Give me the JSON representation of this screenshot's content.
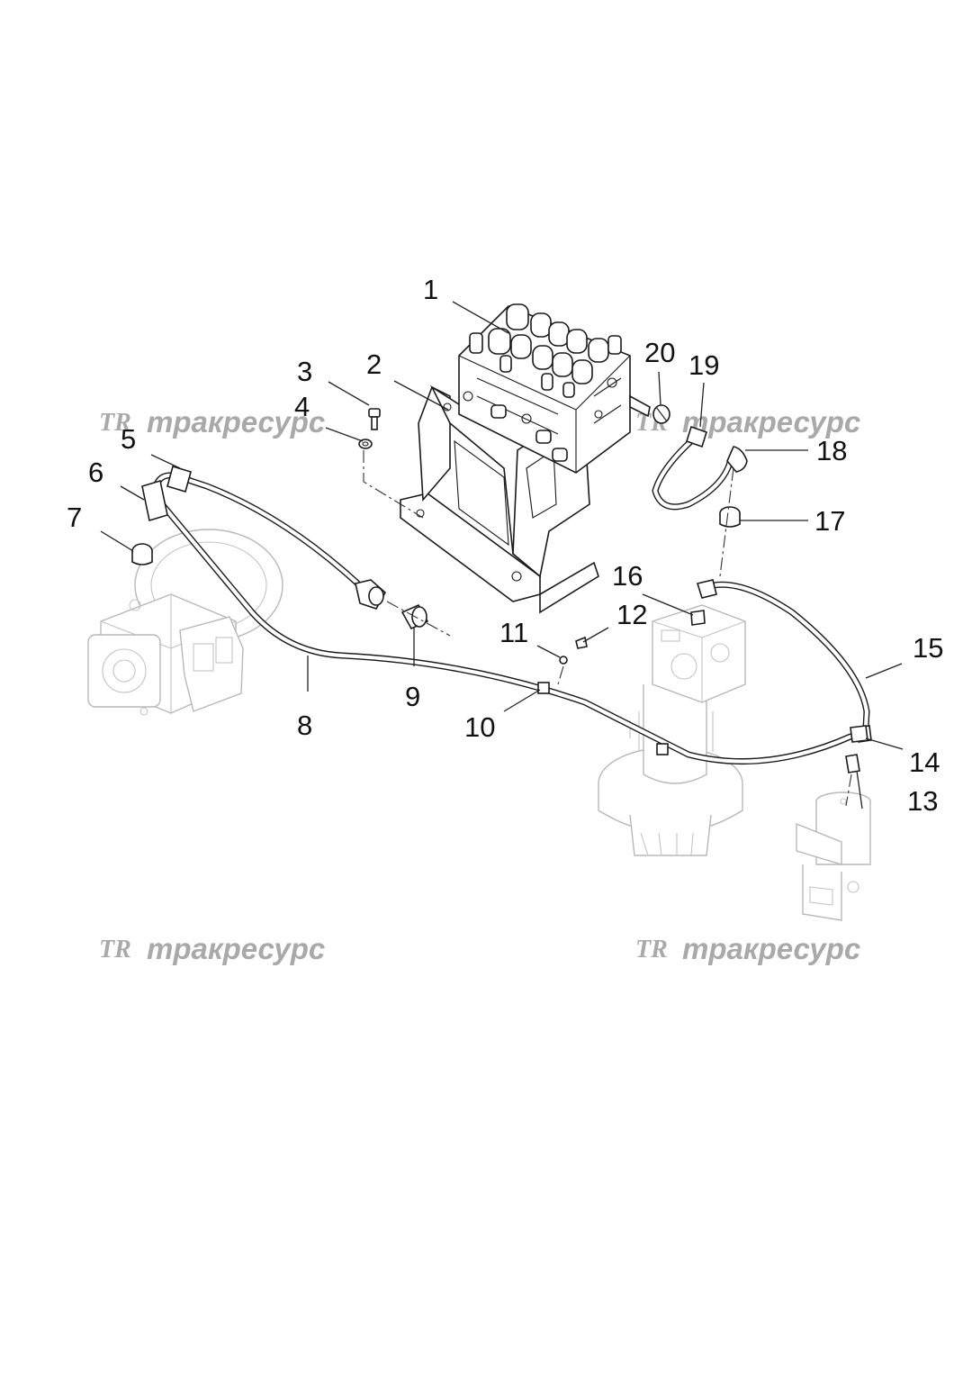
{
  "watermark": {
    "logo": "TR",
    "text": "тракресурс"
  },
  "callouts": [
    "1",
    "2",
    "3",
    "4",
    "5",
    "6",
    "7",
    "8",
    "9",
    "10",
    "11",
    "12",
    "13",
    "14",
    "15",
    "16",
    "17",
    "18",
    "19",
    "20"
  ]
}
